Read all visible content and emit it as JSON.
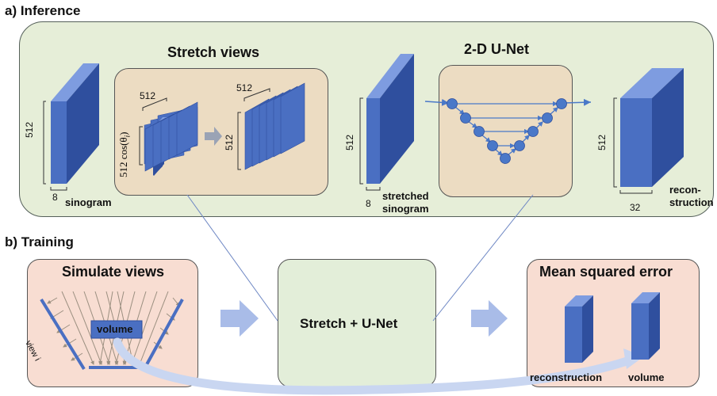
{
  "inference": {
    "section_title": "a) Inference",
    "stretch_views": {
      "title": "Stretch views",
      "dim_512_top_left": "512",
      "dim_512_cos": "512 cos(θ",
      "dim_512_cos_sub": "i",
      "dim_512_cos_close": ")",
      "dim_512_top_right": "512",
      "dim_512_side_right": "512"
    },
    "unet": {
      "title": "2-D U-Net"
    },
    "sinogram": {
      "label": "sinogram",
      "height": "512",
      "depth": "8"
    },
    "stretched_sinogram": {
      "label_line1": "stretched",
      "label_line2": "sinogram",
      "height": "512",
      "depth": "8"
    },
    "reconstruction": {
      "label_line1": "recon-",
      "label_line2": "struction",
      "height": "512",
      "depth": "32"
    }
  },
  "training": {
    "section_title": "b) Training",
    "simulate_views": {
      "title": "Simulate views",
      "volume_label": "volume",
      "view_label": "view i"
    },
    "stretch_unet": {
      "title": "Stretch + U-Net"
    },
    "mse": {
      "title": "Mean squared error",
      "reconstruction_label": "reconstruction",
      "volume_label": "volume"
    }
  },
  "colors": {
    "block_front": "#4a6fc2",
    "block_side": "#2f4f9e",
    "block_top": "#7e9ce0",
    "arrow_gray": "#8a96ad",
    "arrow_light_blue": "#a9bce8",
    "unet_blue": "#4a78c8"
  }
}
